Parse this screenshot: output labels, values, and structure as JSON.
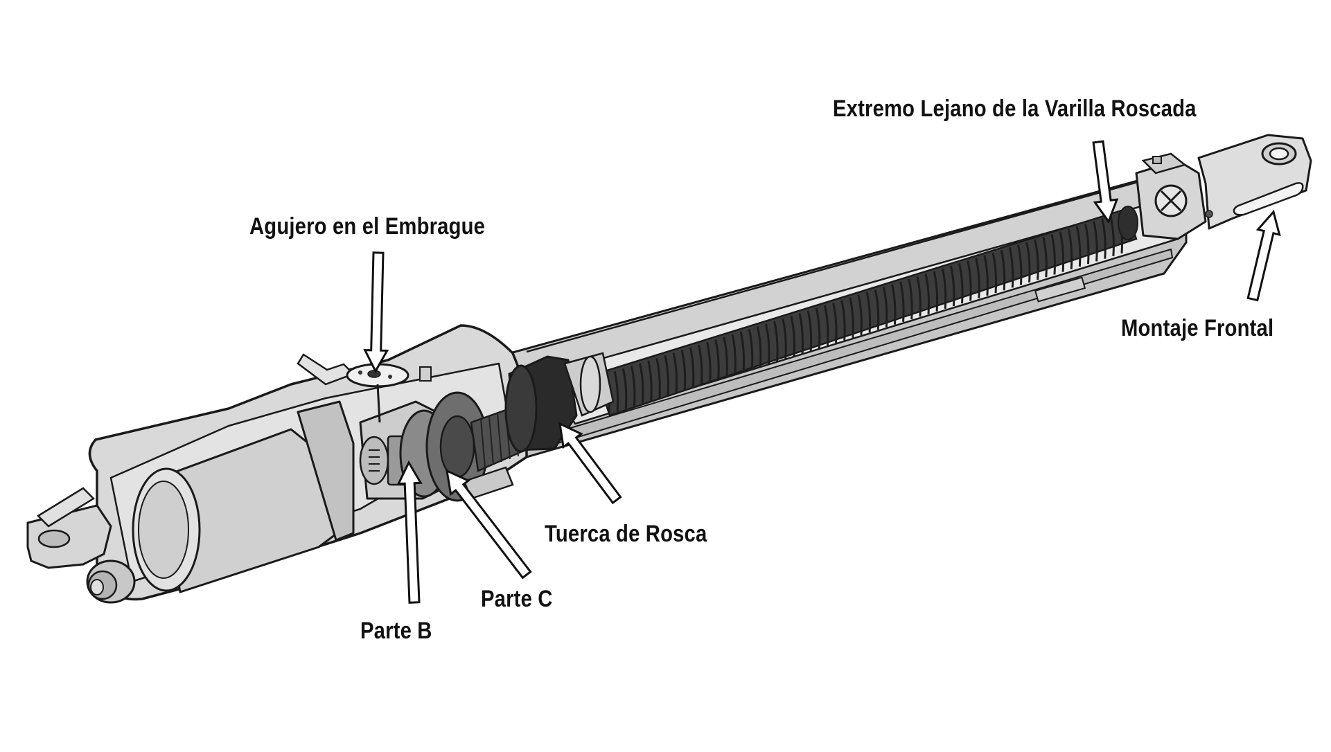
{
  "colors": {
    "background": "#ffffff",
    "outline": "#1a1a1a",
    "housing": "#dcdcdc",
    "housing_light": "#eeeeee",
    "tube": "#c9c9c9",
    "screw_dark": "#3c3c3c",
    "nut_dark": "#2a2a2a",
    "arrow_fill": "#ffffff",
    "label_text": "#111111"
  },
  "labels": {
    "far_end_threaded_rod": "Extremo Lejano de la Varilla Roscada",
    "clutch_hole": "Agujero en el Embrague",
    "front_mount": "Montaje Frontal",
    "screw_nut": "Tuerca de Rosca",
    "part_c": "Parte C",
    "part_b": "Parte B"
  }
}
